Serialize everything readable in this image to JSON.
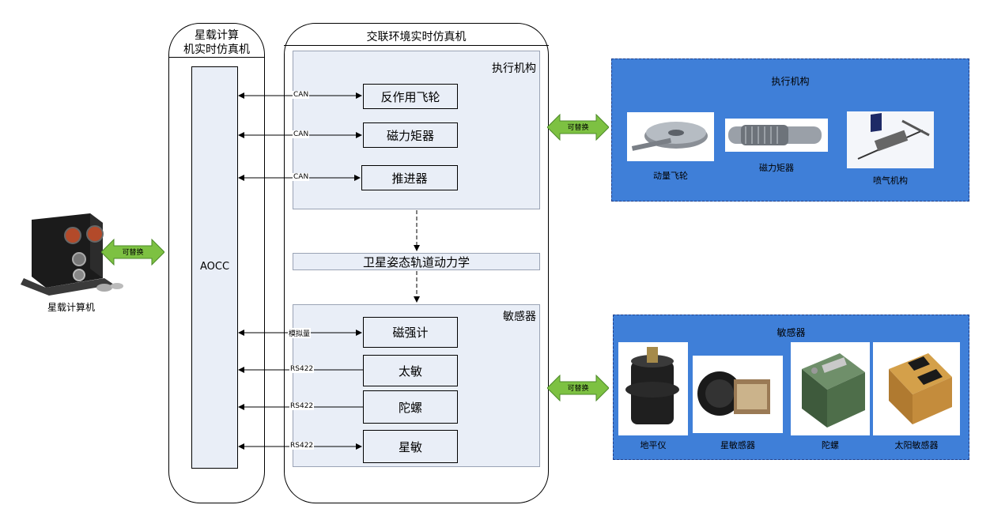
{
  "onboard": {
    "label": "星载计算机",
    "exchange": "可替换"
  },
  "rt_sim": {
    "title_line1": "星载计算",
    "title_line2": "机实时仿真机",
    "controller": "AOCC"
  },
  "env_sim": {
    "title": "交联环境实时仿真机",
    "actuators": {
      "title": "执行机构",
      "items": [
        {
          "name": "反作用飞轮",
          "bus": "CAN"
        },
        {
          "name": "磁力矩器",
          "bus": "CAN"
        },
        {
          "name": "推进器",
          "bus": "CAN"
        }
      ]
    },
    "dynamics": "卫星姿态轨道动力学",
    "sensors": {
      "title": "敏感器",
      "items": [
        {
          "name": "磁强计",
          "bus": "模拟量"
        },
        {
          "name": "太敏",
          "bus": "RS422"
        },
        {
          "name": "陀螺",
          "bus": "RS422"
        },
        {
          "name": "星敏",
          "bus": "RS422"
        }
      ]
    }
  },
  "hw_actuators": {
    "title": "执行机构",
    "exchange": "可替换",
    "items": [
      "动量飞轮",
      "磁力矩器",
      "喷气机构"
    ]
  },
  "hw_sensors": {
    "title": "敏感器",
    "exchange": "可替换",
    "items": [
      "地平仪",
      "星敏感器",
      "陀螺",
      "太阳敏感器"
    ]
  },
  "colors": {
    "panel": "#e9eef7",
    "blue_box": "#3f7fd8",
    "exchange_arrow": "#7dc142"
  }
}
